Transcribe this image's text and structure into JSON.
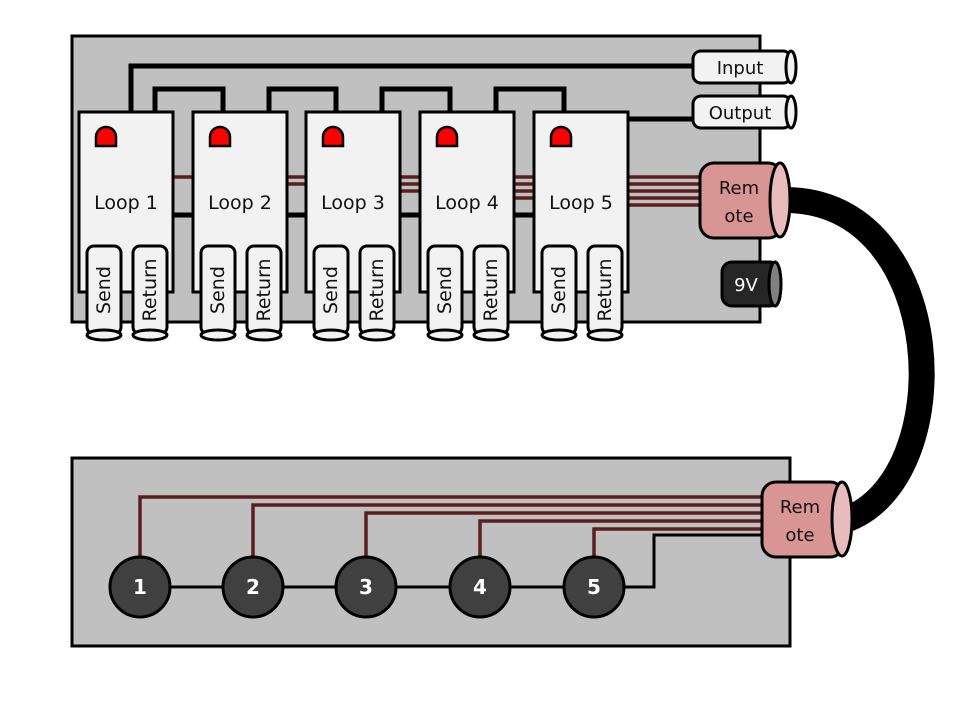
{
  "colors": {
    "board": "#c0c0c0",
    "module": "#f2f2f2",
    "led": "#ff0000",
    "wire_signal": "#5a1e1e",
    "wire_audio": "#000000",
    "remote_jack": "#d99594",
    "remote_jack_face": "#e8bcbc",
    "power_jack": "#262626",
    "switch": "#404040"
  },
  "loop_board": {
    "loops": [
      {
        "label": "Loop 1",
        "send": "Send",
        "return": "Return"
      },
      {
        "label": "Loop 2",
        "send": "Send",
        "return": "Return"
      },
      {
        "label": "Loop 3",
        "send": "Send",
        "return": "Return"
      },
      {
        "label": "Loop 4",
        "send": "Send",
        "return": "Return"
      },
      {
        "label": "Loop 5",
        "send": "Send",
        "return": "Return"
      }
    ],
    "input_jack": "Input",
    "output_jack": "Output",
    "remote_jack": {
      "line1": "Rem",
      "line2": "ote"
    },
    "power_jack": "9V"
  },
  "footswitch_board": {
    "switches": [
      "1",
      "2",
      "3",
      "4",
      "5"
    ],
    "remote_jack": {
      "line1": "Rem",
      "line2": "ote"
    }
  }
}
